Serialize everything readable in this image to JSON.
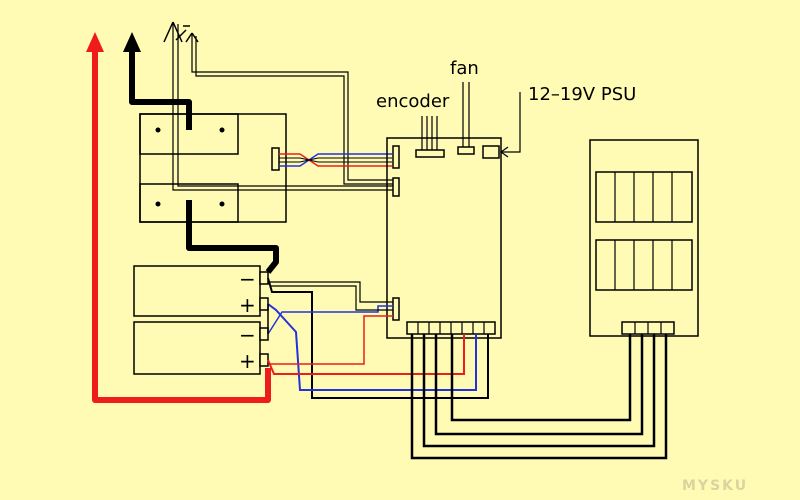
{
  "labels": {
    "encoder": "encoder",
    "fan": "fan",
    "psu": "12–19V PSU"
  },
  "battery_signs": {
    "top_minus": "−",
    "top_plus": "+",
    "bottom_minus": "−",
    "bottom_plus": "+"
  },
  "watermark": "MYSKU",
  "colors": {
    "background": "#fffbb4",
    "outline": "#000000",
    "red_wire": "#ee1c1c",
    "black_wire": "#000000",
    "blue_wire": "#2233dd",
    "thin_red_wire": "#ee1c1c"
  }
}
